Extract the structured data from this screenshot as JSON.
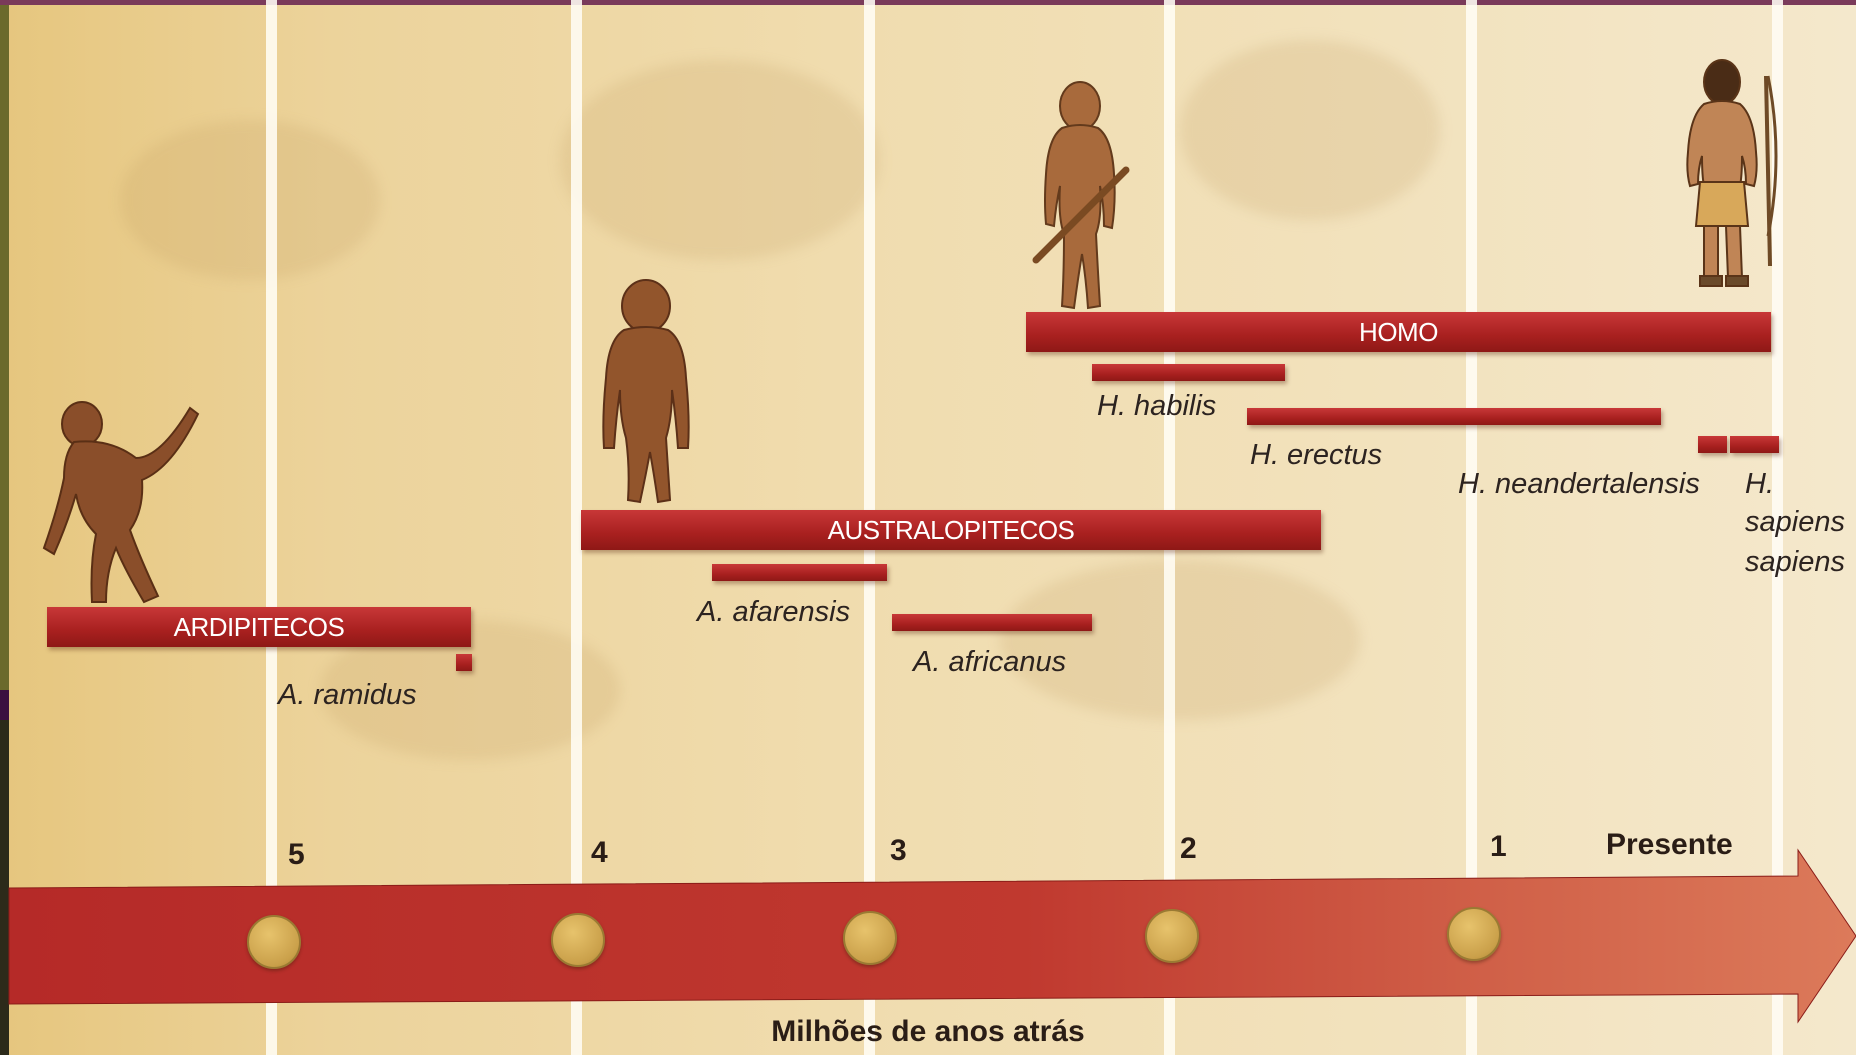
{
  "timeline": {
    "axis_title": "Milhões de anos atrás",
    "ticks": [
      {
        "label": "5"
      },
      {
        "label": "4"
      },
      {
        "label": "3"
      },
      {
        "label": "2"
      },
      {
        "label": "1"
      },
      {
        "label": "Presente"
      }
    ]
  },
  "groups": {
    "ardipitecos": "ARDIPITECOS",
    "australopitecos": "AUSTRALOPITECOS",
    "homo": "HOMO"
  },
  "species": {
    "a_ramidus": "A. ramidus",
    "a_afarensis": "A. afarensis",
    "a_africanus": "A. africanus",
    "h_habilis": "H. habilis",
    "h_erectus": "H. erectus",
    "h_neandertalensis": "H. neandertalensis",
    "h_sapiens_line1": "H.",
    "h_sapiens_line2": "sapiens",
    "h_sapiens_line3": "sapiens"
  },
  "colors": {
    "bar_red": "#b02525",
    "node_gold": "#caa04a",
    "background": "#ecd9ad",
    "grid_line": "#fffdf5"
  },
  "icons": [
    "ardipithecus-figure-icon",
    "australopithecus-figure-icon",
    "homo-habilis-figure-icon",
    "homo-sapiens-figure-icon"
  ]
}
